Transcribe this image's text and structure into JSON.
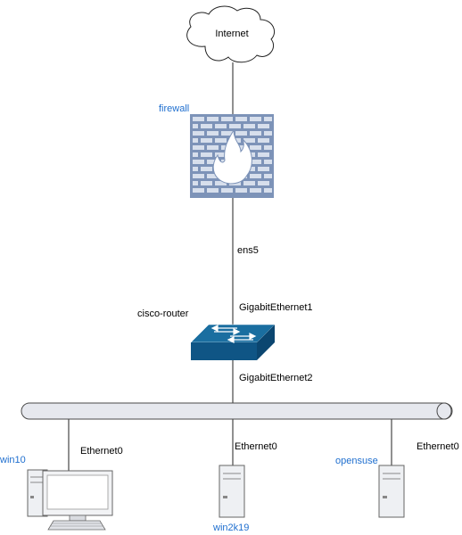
{
  "nodes": {
    "internet": {
      "label": "Internet"
    },
    "firewall": {
      "label": "firewall"
    },
    "router": {
      "label": "cisco-router"
    },
    "win10": {
      "label": "win10"
    },
    "win2k19": {
      "label": "win2k19"
    },
    "opensuse": {
      "label": "opensuse"
    }
  },
  "links": {
    "firewall_ens5": "ens5",
    "router_gi1": "GigabitEthernet1",
    "router_gi2": "GigabitEthernet2",
    "win10_eth": "Ethernet0",
    "win2k19_eth": "Ethernet0",
    "opensuse_eth": "Ethernet0"
  },
  "colors": {
    "link_label_blue": "#1f6fcf",
    "firewall_fill": "#7d93b8",
    "router_top": "#1a6ea0",
    "router_side": "#0f5585",
    "bus_fill": "#e6e8ee",
    "bus_stroke": "#4a4a4a"
  }
}
